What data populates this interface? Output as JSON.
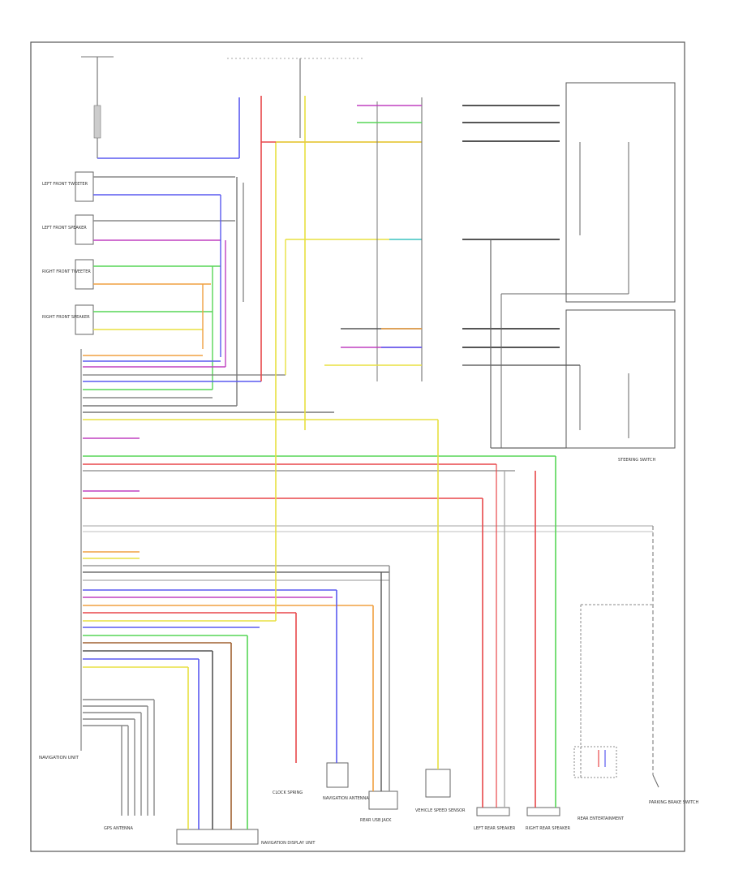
{
  "labels": {
    "left_speakers": [
      "LEFT FRONT TWEETER",
      "LEFT FRONT SPEAKER",
      "RIGHT FRONT TWEETER",
      "RIGHT FRONT SPEAKER"
    ],
    "nav_unit": "NAVIGATION UNIT",
    "gps_antenna": "GPS ANTENNA",
    "nav_antenna": "NAVIGATION ANTENNA",
    "steering_switch": "STEERING SWITCH",
    "bottom_components": [
      "NAVIGATION DISPLAY UNIT",
      "CLOCK SPRING",
      "REAR USB JACK",
      "VEHICLE SPEED SENSOR",
      "LEFT REAR SPEAKER",
      "RIGHT REAR SPEAKER",
      "REAR ENTERTAINMENT",
      "PARKING BRAKE SWITCH"
    ]
  },
  "colors": {
    "border": "#555555",
    "wire_gray": "#666666",
    "wire_red": "#e8474a",
    "wire_yellow": "#e8e040",
    "wire_green": "#57d657",
    "wire_blue": "#5a5af0",
    "wire_purple": "#c040c0",
    "wire_orange": "#f0a040",
    "wire_cyan": "#40c8e0",
    "wire_brown": "#a06030"
  }
}
